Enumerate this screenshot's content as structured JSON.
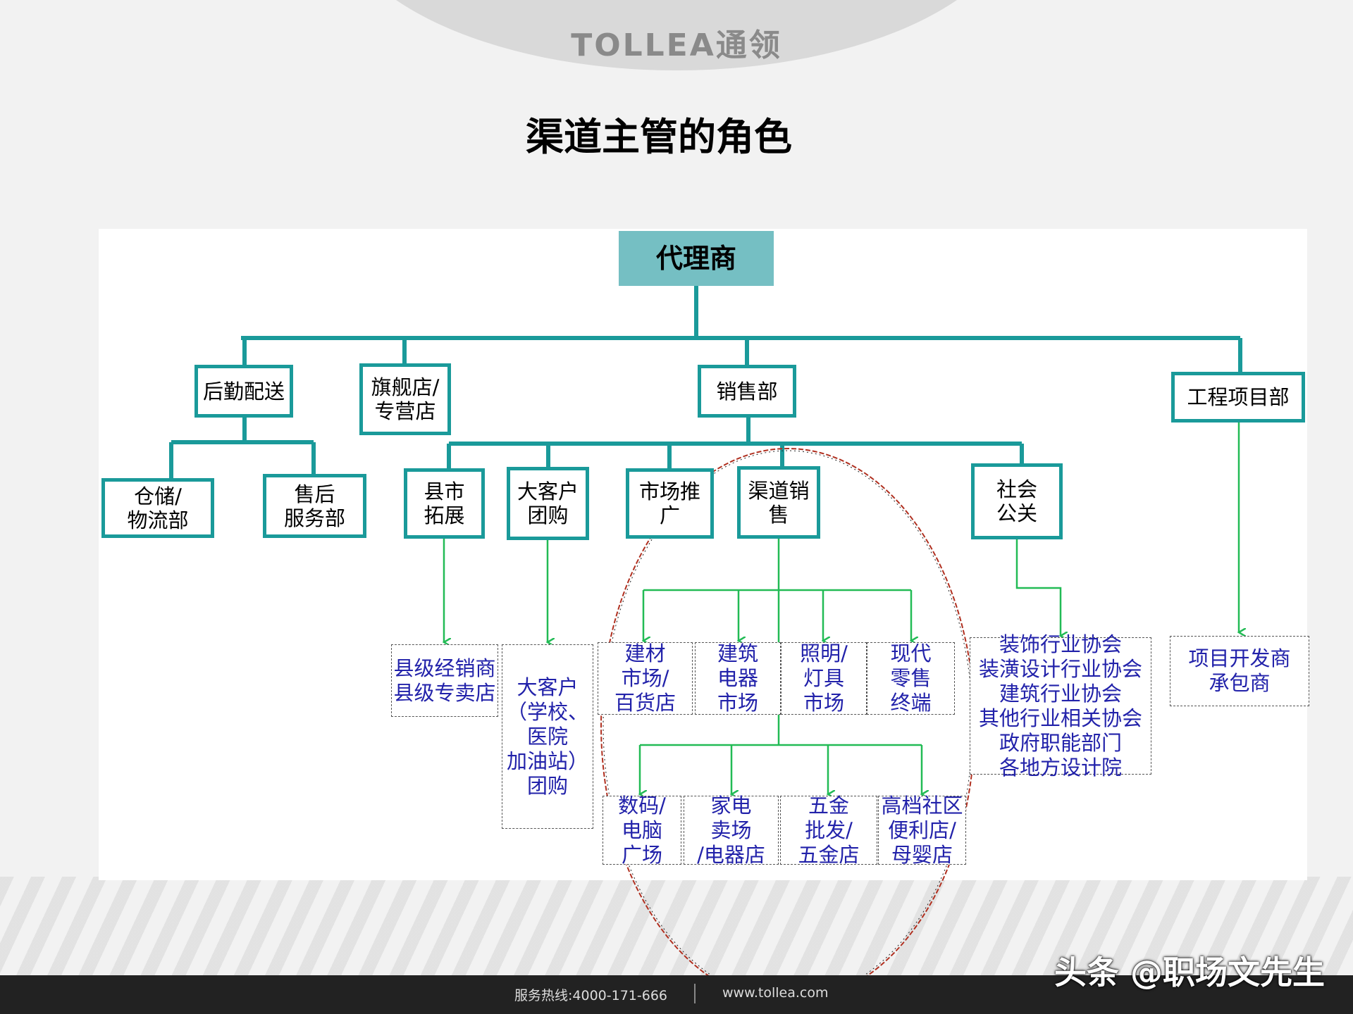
{
  "header": {
    "brand": "TOLLEA通领",
    "title": "渠道主管的角色"
  },
  "org": {
    "root": "代理商",
    "logistics": "后勤配送",
    "flagship": "旗舰店/\n专营店",
    "sales": "销售部",
    "engineering": "工程项目部",
    "warehouse": "仓储/\n物流部",
    "after_sales": "售后\n服务部",
    "county": "县市\n拓展",
    "key_account": "大客户\n团购",
    "marketing": "市场推广",
    "channel_sales": "渠道销售",
    "public_affairs": "社会\n公关"
  },
  "targets": {
    "county_dealers": "县级经销商\n县级专卖店",
    "key_clients": "大客户\n（学校、\n医院\n加油站）\n团购",
    "building_market": "建材\n市场/\n百货店",
    "electrical_market": "建筑\n电器\n市场",
    "lighting_market": "照明/\n灯具\n市场",
    "modern_retail": "现代\n零售\n终端",
    "digital_plaza": "数码/\n电脑\n广场",
    "appliance_store": "家电\n卖场\n/电器店",
    "hardware_wholesale": "五金\n批发/\n五金店",
    "community_store": "高档社区\n便利店/\n母婴店",
    "associations": "装饰行业协会\n装潢设计行业协会\n建筑行业协会\n其他行业相关协会\n政府职能部门\n各地方设计院",
    "developers": "项目开发商\n承包商"
  },
  "footer": {
    "hotline": "服务热线:4000-171-666",
    "url": "www.tollea.com"
  },
  "watermark": "头条 @职场文先生",
  "colors": {
    "teal": "#1a9a9a",
    "root_fill": "#75bfc3",
    "green_arrow": "#22bb55",
    "ellipse": "#b03020"
  }
}
